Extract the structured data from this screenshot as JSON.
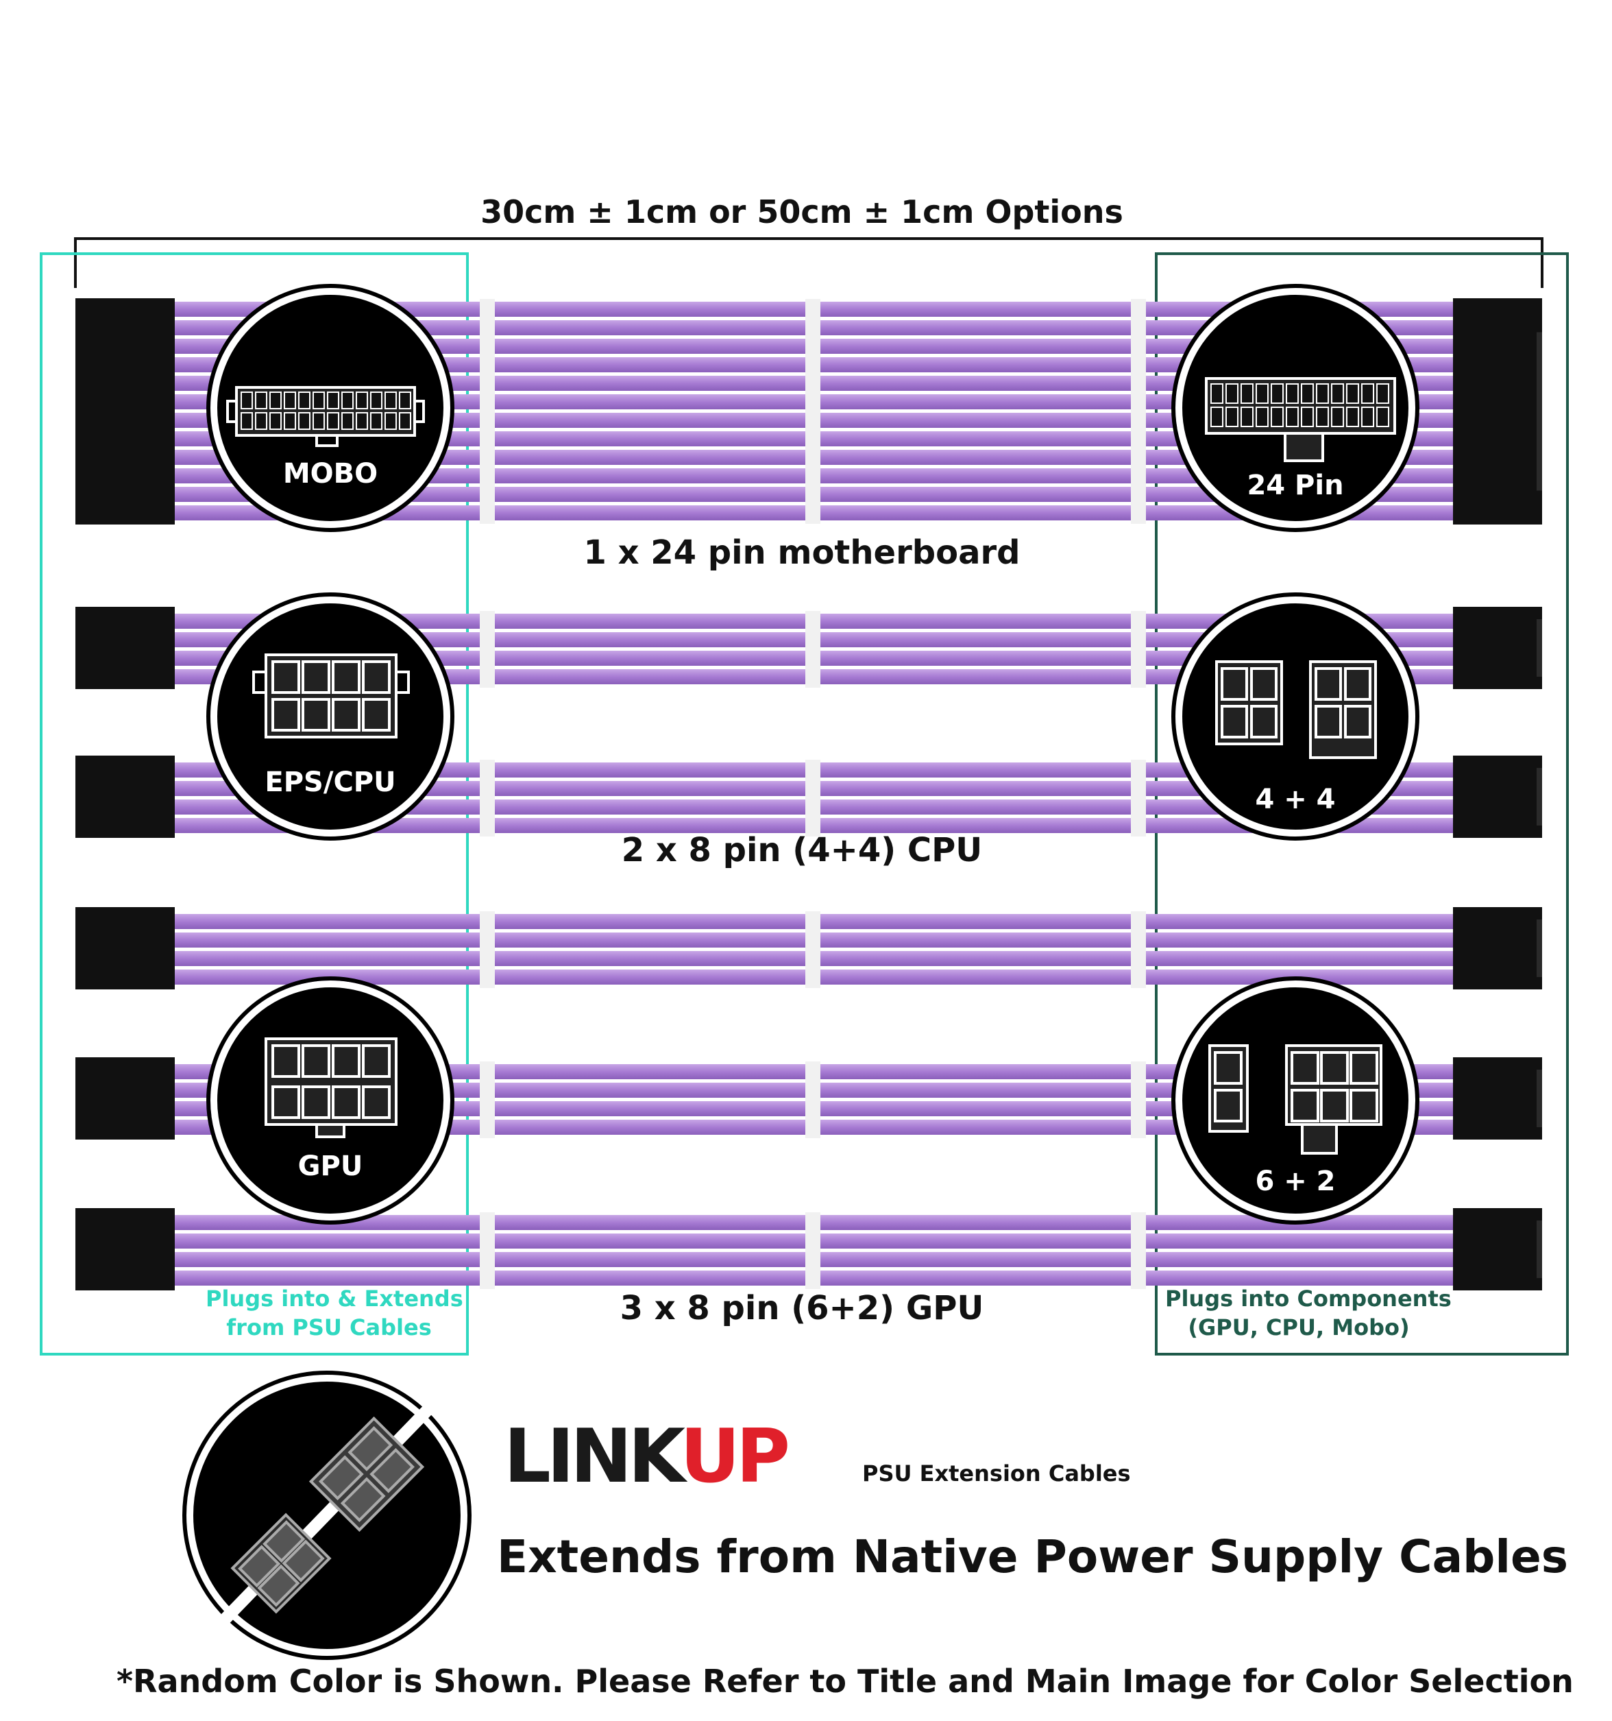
{
  "header": {
    "length_options": "30cm ± 1cm or 50cm ± 1cm Options"
  },
  "cables": {
    "mobo_label": "1 x 24 pin motherboard",
    "cpu_label": "2 x 8 pin (4+4) CPU",
    "gpu_label": "3 x 8 pin (6+2) GPU"
  },
  "left_panel": {
    "bubbles": [
      "MOBO",
      "EPS/CPU",
      "GPU"
    ],
    "caption_line1": "Plugs into & Extends",
    "caption_line2": "from PSU Cables",
    "border_color": "#2fd8c0"
  },
  "right_panel": {
    "bubbles": [
      "24 Pin",
      "4 + 4",
      "6 + 2"
    ],
    "caption_line1": "Plugs into Components",
    "caption_line2": "(GPU, CPU, Mobo)",
    "border_color": "#1f5a4a"
  },
  "brand": {
    "logo_black": "LINK",
    "logo_red": "UP",
    "subtitle": "PSU Extension Cables",
    "tagline": "Extends from Native Power Supply Cables",
    "red_color": "#e0202a"
  },
  "footer": {
    "note": "*Random Color is Shown. Please Refer to Title and Main Image for Color Selection"
  },
  "colors": {
    "sleeve": "#a879d2",
    "sleeve_light": "#c3a0e3",
    "connector": "#111111"
  }
}
